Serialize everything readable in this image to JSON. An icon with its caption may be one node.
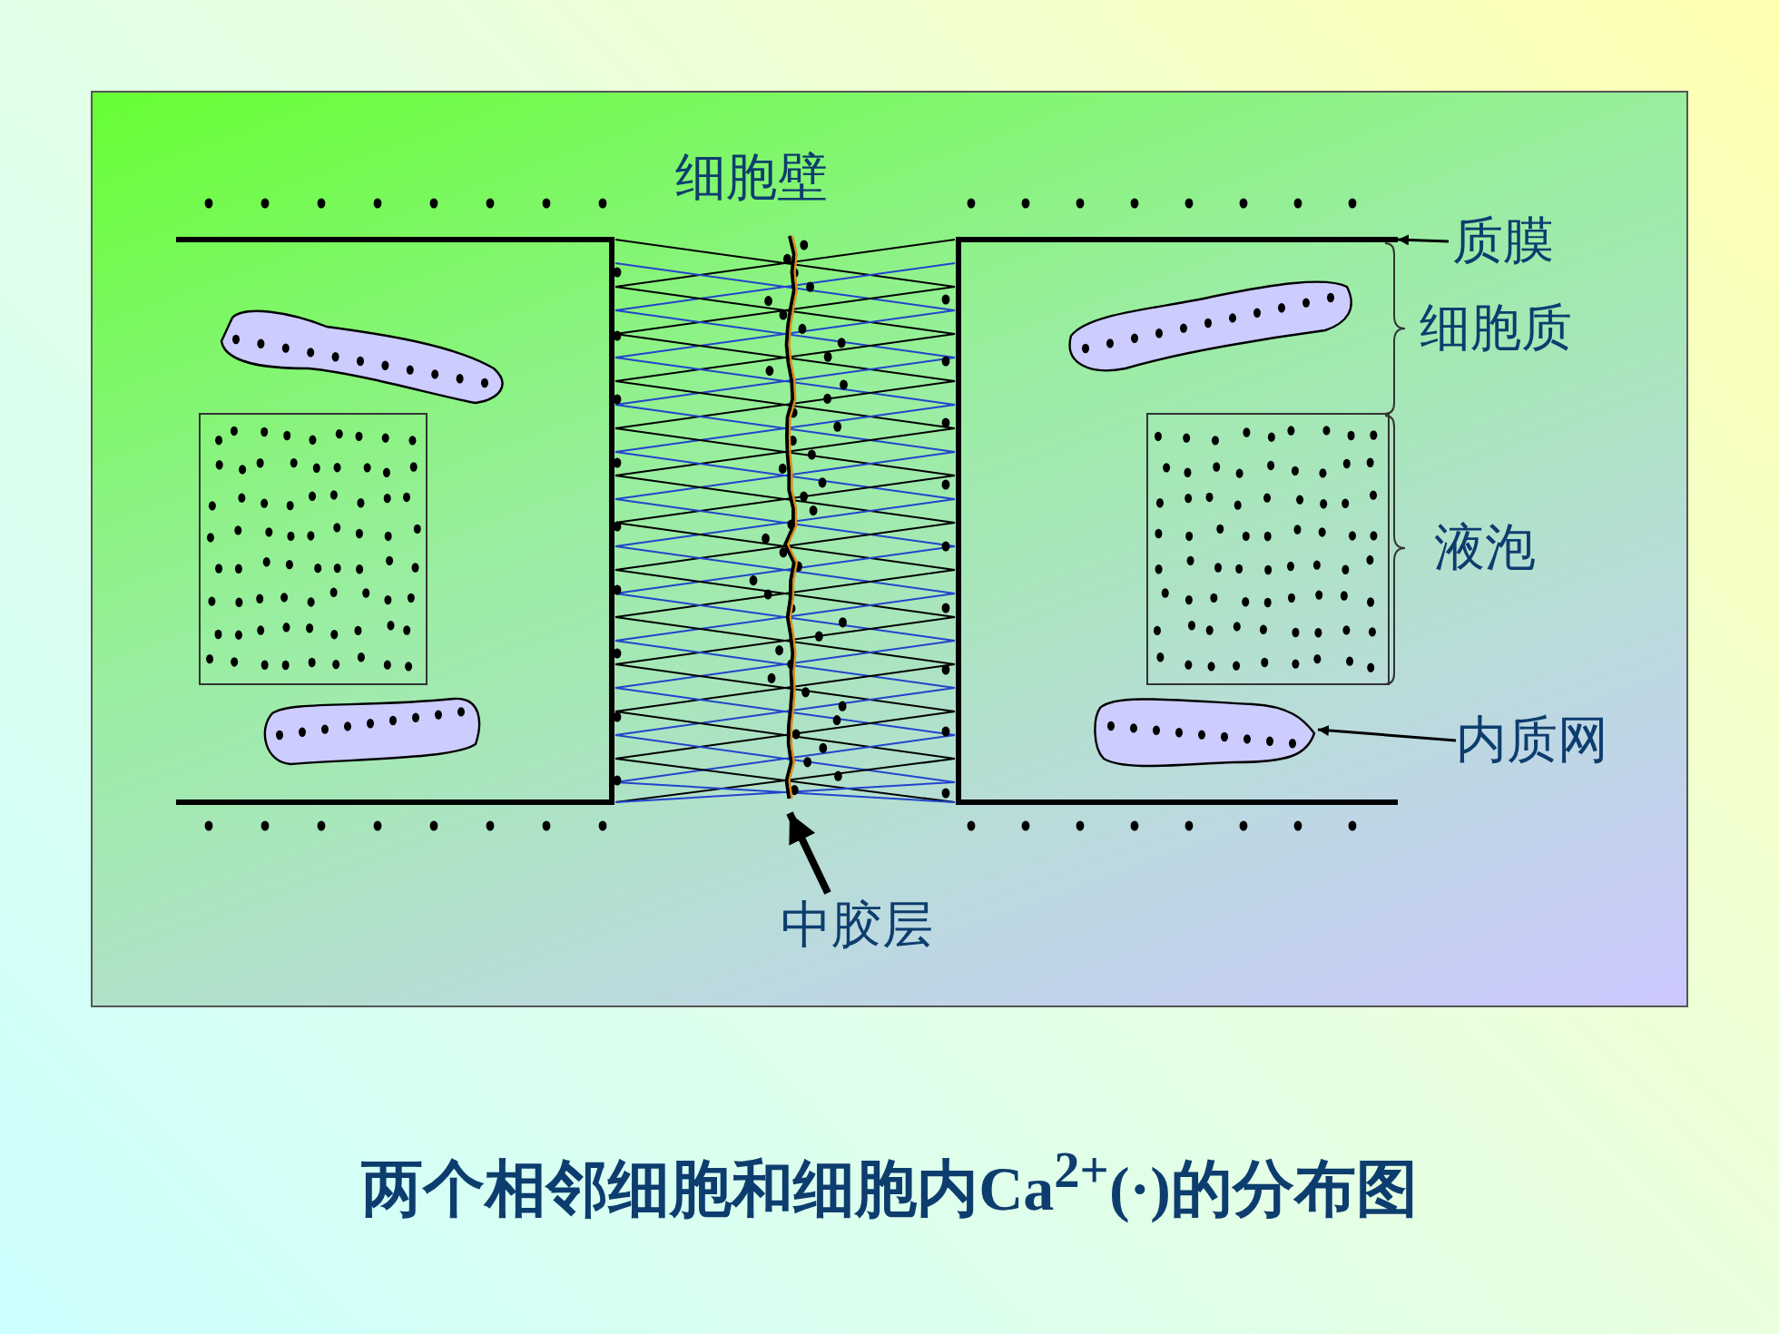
{
  "diagram": {
    "caption": "两个相邻细胞和细胞内Ca$^{2+}$(·)的分布图",
    "nodes": [
      {
        "text": [
          "质膜"
        ]
      },
      {
        "text": [
          "内质网"
        ]
      },
      {
        "text": [],
        "shape": "blob"
      },
      {
        "text": [
          "中胶层"
        ]
      },
      {
        "text": [],
        "shape": "line"
      }
    ],
    "edges": [
      {
        "from": 0,
        "to": null,
        "arrow": "to"
      },
      {
        "from": 1,
        "to": 2,
        "arrow": "to"
      },
      {
        "from": 3,
        "to": 4,
        "arrow": "to",
        "style": "thick"
      }
    ],
    "labels": [
      "细胞壁",
      "细胞质",
      "液泡"
    ]
  }
}
